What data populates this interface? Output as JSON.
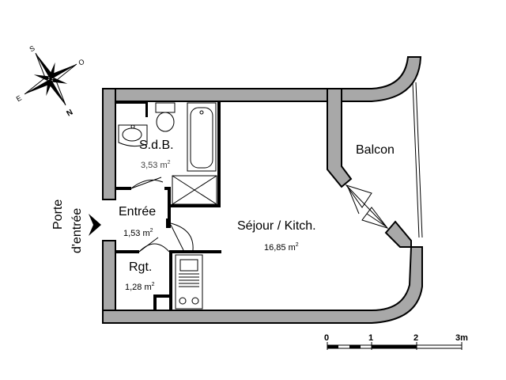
{
  "rooms": {
    "sdb": {
      "name": "S.d.B.",
      "area": "3,53 m",
      "unit_sup": "2"
    },
    "entree": {
      "name": "Entrée",
      "area": "1,53 m",
      "unit_sup": "2"
    },
    "rgt": {
      "name": "Rgt.",
      "area": "1,28 m",
      "unit_sup": "2"
    },
    "sejour": {
      "name": "Séjour / Kitch.",
      "area": "16,85 m",
      "unit_sup": "2"
    },
    "balcon": {
      "name": "Balcon"
    }
  },
  "entrance": {
    "line1": "Porte",
    "line2": "d'entrée"
  },
  "compass": {
    "s": "S",
    "o": "O",
    "e": "E",
    "n": "N"
  },
  "scale_bar": {
    "ticks": [
      "0",
      "1",
      "2",
      "3m"
    ]
  },
  "colors": {
    "wall": "#a8a8a8",
    "line": "#000000"
  }
}
